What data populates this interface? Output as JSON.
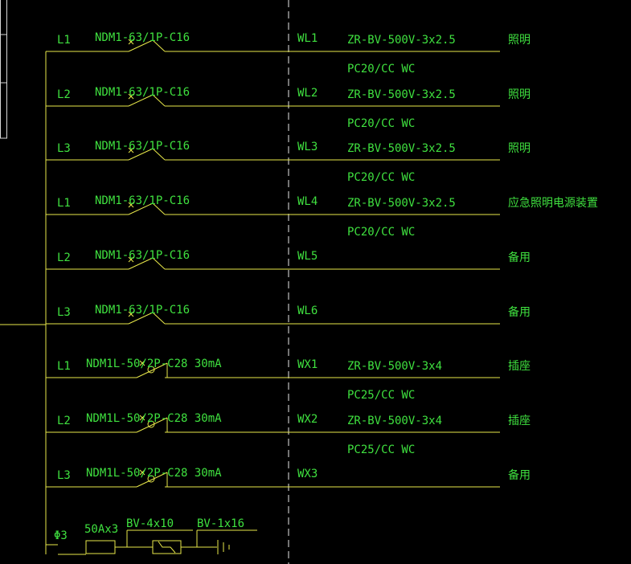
{
  "colors": {
    "background": "#000000",
    "bus": "#e8e84a",
    "label": "#3fe03f",
    "divider": "#e8e8e8"
  },
  "circuits": [
    {
      "phase": "L1",
      "breaker": "NDM1-63/1P-C16",
      "circuit_id": "WL1",
      "cable": "ZR-BV-500V-3x2.5",
      "conduit": "PC20/CC WC",
      "purpose": "照明",
      "rcd": false
    },
    {
      "phase": "L2",
      "breaker": "NDM1-63/1P-C16",
      "circuit_id": "WL2",
      "cable": "ZR-BV-500V-3x2.5",
      "conduit": "PC20/CC WC",
      "purpose": "照明",
      "rcd": false
    },
    {
      "phase": "L3",
      "breaker": "NDM1-63/1P-C16",
      "circuit_id": "WL3",
      "cable": "ZR-BV-500V-3x2.5",
      "conduit": "PC20/CC WC",
      "purpose": "照明",
      "rcd": false
    },
    {
      "phase": "L1",
      "breaker": "NDM1-63/1P-C16",
      "circuit_id": "WL4",
      "cable": "ZR-BV-500V-3x2.5",
      "conduit": "PC20/CC WC",
      "purpose": "应急照明电源装置",
      "rcd": false
    },
    {
      "phase": "L2",
      "breaker": "NDM1-63/1P-C16",
      "circuit_id": "WL5",
      "cable": "",
      "conduit": "",
      "purpose": "备用",
      "rcd": false
    },
    {
      "phase": "L3",
      "breaker": "NDM1-63/1P-C16",
      "circuit_id": "WL6",
      "cable": "",
      "conduit": "",
      "purpose": "备用",
      "rcd": false
    },
    {
      "phase": "L1",
      "breaker": "NDM1L-50/2P-C28 30mA",
      "circuit_id": "WX1",
      "cable": "ZR-BV-500V-3x4",
      "conduit": "PC25/CC WC",
      "purpose": "插座",
      "rcd": true
    },
    {
      "phase": "L2",
      "breaker": "NDM1L-50/2P-C28 30mA",
      "circuit_id": "WX2",
      "cable": "ZR-BV-500V-3x4",
      "conduit": "PC25/CC WC",
      "purpose": "插座",
      "rcd": true
    },
    {
      "phase": "L3",
      "breaker": "NDM1L-50/2P-C28 30mA",
      "circuit_id": "WX3",
      "cable": "",
      "conduit": "",
      "purpose": "备用",
      "rcd": true
    }
  ],
  "spd": {
    "phase": "Φ3",
    "fuse": "50Ax3",
    "cable1": "BV-4x10",
    "cable2": "BV-1x16"
  }
}
